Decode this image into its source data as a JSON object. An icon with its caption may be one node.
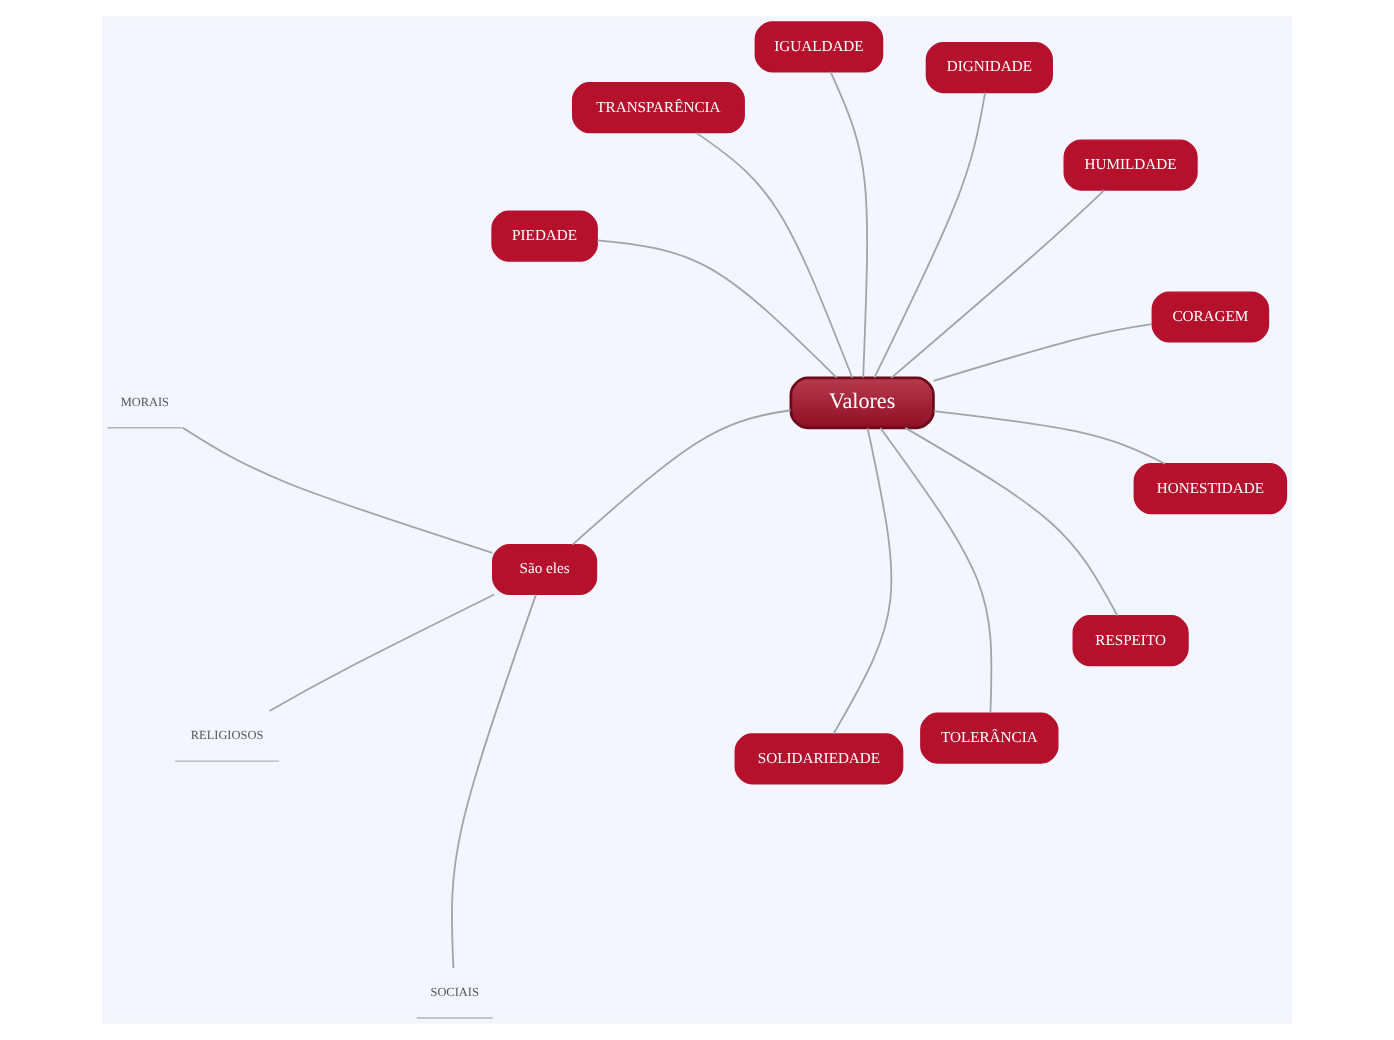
{
  "diagram": {
    "nodes": [
      {
        "text": [
          "Valores"
        ]
      },
      {
        "text": [
          "CORAGEM"
        ]
      },
      {
        "text": [
          "HUMILDADE"
        ]
      },
      {
        "text": [
          "DIGNIDADE"
        ]
      },
      {
        "text": [
          "IGUALDADE"
        ]
      },
      {
        "text": [
          "TRANSPARÊNCIA"
        ]
      },
      {
        "text": [
          "PIEDADE"
        ]
      },
      {
        "text": [
          "São eles"
        ]
      },
      {
        "text": [
          "MORAIS"
        ]
      },
      {
        "text": [
          "RELIGIOSOS"
        ]
      },
      {
        "text": [
          "SOCIAIS"
        ]
      },
      {
        "text": [
          "SOLIDARIEDADE"
        ]
      },
      {
        "text": [
          "TOLERÂNCIA"
        ]
      },
      {
        "text": [
          "RESPEITO"
        ]
      },
      {
        "text": [
          "HONESTIDADE"
        ]
      }
    ],
    "edges": [
      {
        "from": 0,
        "to": 1,
        "arrow": "none"
      },
      {
        "from": 0,
        "to": 2,
        "arrow": "none"
      },
      {
        "from": 0,
        "to": 3,
        "arrow": "none"
      },
      {
        "from": 0,
        "to": 4,
        "arrow": "none"
      },
      {
        "from": 0,
        "to": 5,
        "arrow": "none"
      },
      {
        "from": 0,
        "to": 6,
        "arrow": "none"
      },
      {
        "from": 0,
        "to": 7,
        "arrow": "none"
      },
      {
        "from": 7,
        "to": 8,
        "arrow": "none"
      },
      {
        "from": 7,
        "to": 9,
        "arrow": "none"
      },
      {
        "from": 7,
        "to": 10,
        "arrow": "none"
      },
      {
        "from": 0,
        "to": 11,
        "arrow": "none"
      },
      {
        "from": 0,
        "to": 12,
        "arrow": "none"
      },
      {
        "from": 0,
        "to": 13,
        "arrow": "none"
      },
      {
        "from": 0,
        "to": 14,
        "arrow": "none"
      }
    ]
  }
}
